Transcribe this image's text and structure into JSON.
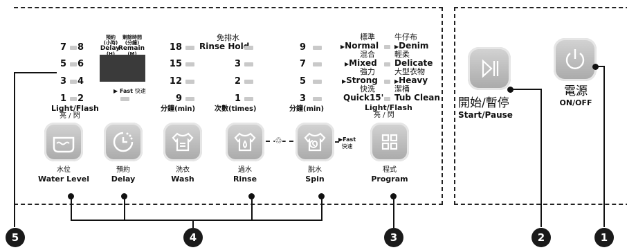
{
  "left_panel": {
    "level_col": {
      "rows": [
        {
          "a": "7",
          "b": "8"
        },
        {
          "a": "5",
          "b": "6"
        },
        {
          "a": "3",
          "b": "4"
        },
        {
          "a": "1",
          "b": "2"
        }
      ],
      "caption_en": "Light/Flash",
      "caption_zh": "亮 / 閃"
    },
    "display": {
      "delay_zh": "預約",
      "delay_unit": "(小時)",
      "delay_en": "Delay",
      "delay_h": "(H)",
      "remain_zh": "剩餘時間",
      "remain_unit": "(分鐘)",
      "remain_en": "Remain",
      "remain_m": "(M)",
      "fast_en": "Fast",
      "fast_zh": "快速"
    },
    "wash_col": {
      "values": [
        "18",
        "15",
        "12",
        "9"
      ],
      "caption": "分鐘(min)"
    },
    "rinse_col": {
      "header_zh": "免排水",
      "header_en": "Rinse Hold",
      "values": [
        "3",
        "2",
        "1"
      ],
      "caption": "次數(times)"
    },
    "spin_col": {
      "values": [
        "9",
        "7",
        "5",
        "3"
      ],
      "caption": "分鐘(min)"
    },
    "programs": [
      {
        "zh": "標準",
        "en": "Normal",
        "zh2": "牛仔布",
        "en2": "Denim"
      },
      {
        "zh": "混合",
        "en": "Mixed",
        "zh2": "輕柔",
        "en2": "Delicate"
      },
      {
        "zh": "強力",
        "en": "Strong",
        "zh2": "大型衣物",
        "en2": "Heavy"
      },
      {
        "zh": "快洗",
        "en": "Quick15'",
        "zh2": "潔桶",
        "en2": "Tub Clean"
      }
    ],
    "program_caption_en": "Light/Flash",
    "program_caption_zh": "亮 / 閃",
    "buttons": [
      {
        "zh": "水位",
        "en": "Water Level"
      },
      {
        "zh": "預約",
        "en": "Delay"
      },
      {
        "zh": "洗衣",
        "en": "Wash"
      },
      {
        "zh": "過水",
        "en": "Rinse"
      },
      {
        "zh": "脫水",
        "en": "Spin"
      },
      {
        "zh": "程式",
        "en": "Program"
      }
    ],
    "fast_link_en": "Fast",
    "fast_link_zh": "快速"
  },
  "right_panel": {
    "start": {
      "zh": "開始/暫停",
      "en": "Start/Pause"
    },
    "power": {
      "zh": "電源",
      "en": "ON/OFF"
    }
  },
  "callouts": [
    "5",
    "4",
    "3",
    "2",
    "1"
  ]
}
